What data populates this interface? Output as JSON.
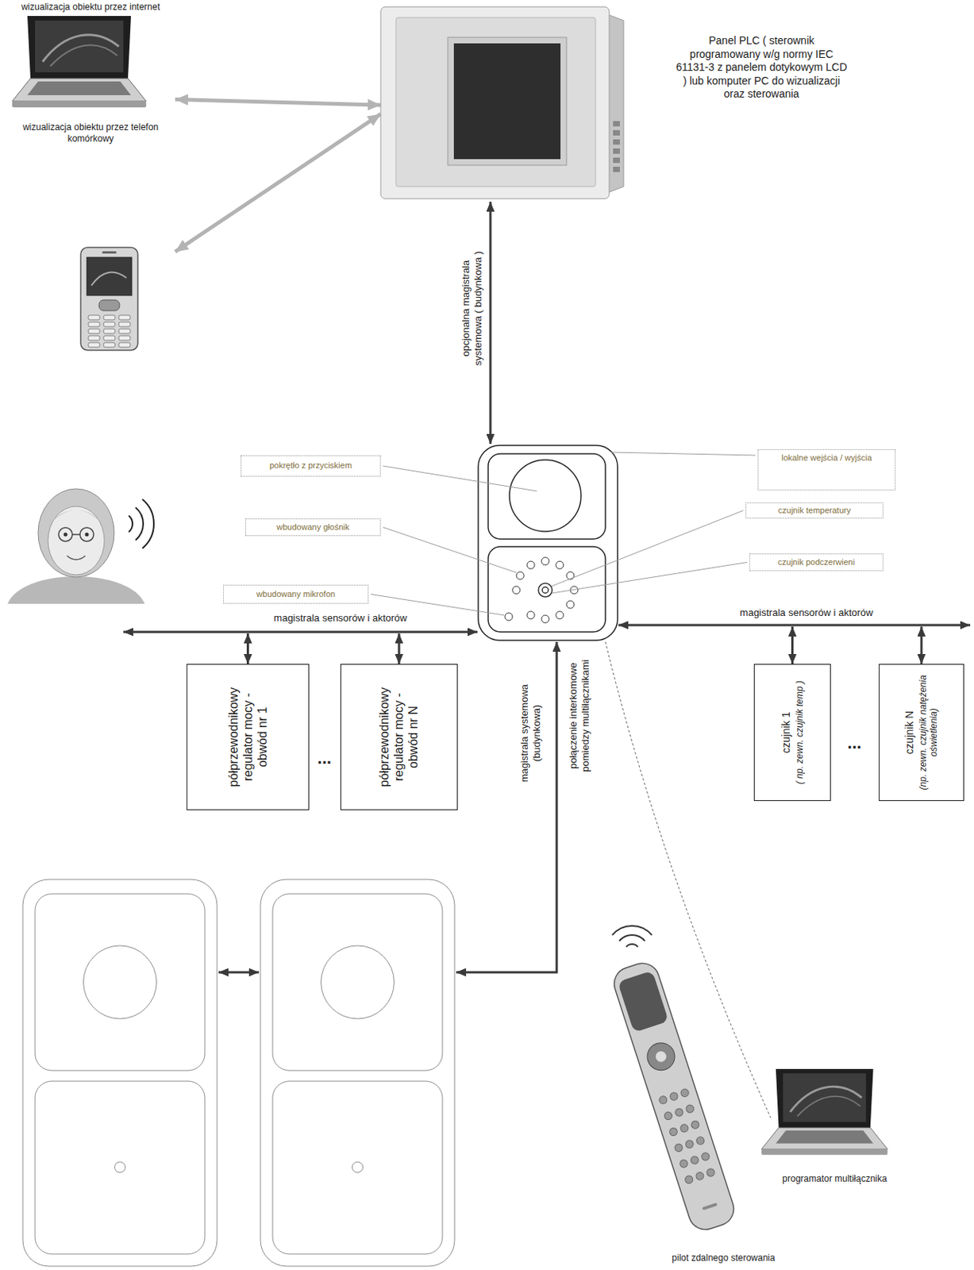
{
  "diagram": {
    "nodes": [
      {
        "text": [
          "wizualizacja obiektu przez internet"
        ]
      },
      {
        "text": [
          "wizualizacja obiektu przez telefon komórkowy"
        ]
      },
      {
        "text": [
          "Panel PLC ( sterownik programowany w/g normy IEC 61131-3 z panelem dotykowym LCD ) lub komputer PC do wizualizacji oraz sterowania"
        ]
      },
      {
        "text": [
          "pokrętło z przyciskiem"
        ]
      },
      {
        "text": [
          "lokalne wejścia / wyjścia"
        ]
      },
      {
        "text": [
          "wbudowany głośnik"
        ]
      },
      {
        "text": [
          "czujnik temperatury"
        ]
      },
      {
        "text": [
          "czujnik podczerwieni"
        ]
      },
      {
        "text": [
          "wbudowany mikrofon"
        ]
      },
      {
        "text": [
          "półprzewodnikowy regulator mocy - obwód nr 1"
        ]
      },
      {
        "text": [
          "półprzewodnikowy regulator mocy - obwód nr N"
        ]
      },
      {
        "text": [
          "czujnik 1",
          "( np. zewn. czujnik temp )"
        ]
      },
      {
        "text": [
          "czujnik N",
          "(np. zewn. czujnik natężenia oświetlenia)"
        ]
      }
    ],
    "edges": [
      {
        "from": 0,
        "to": 2,
        "arrow": "both"
      },
      {
        "from": 1,
        "to": 2,
        "arrow": "both"
      }
    ],
    "labels": [
      "opcjonalna magistrala systemowa ( budynkowa )",
      "magistrala sensorów i aktorów",
      "magistrala sensorów i aktorów",
      "...",
      "...",
      "magistrala systemowa (budynkowa)",
      "połączenie interkomowe pomiedzy multiłącznikami",
      "programator multiłącznika",
      "pilot zdalnego sterowania"
    ]
  }
}
